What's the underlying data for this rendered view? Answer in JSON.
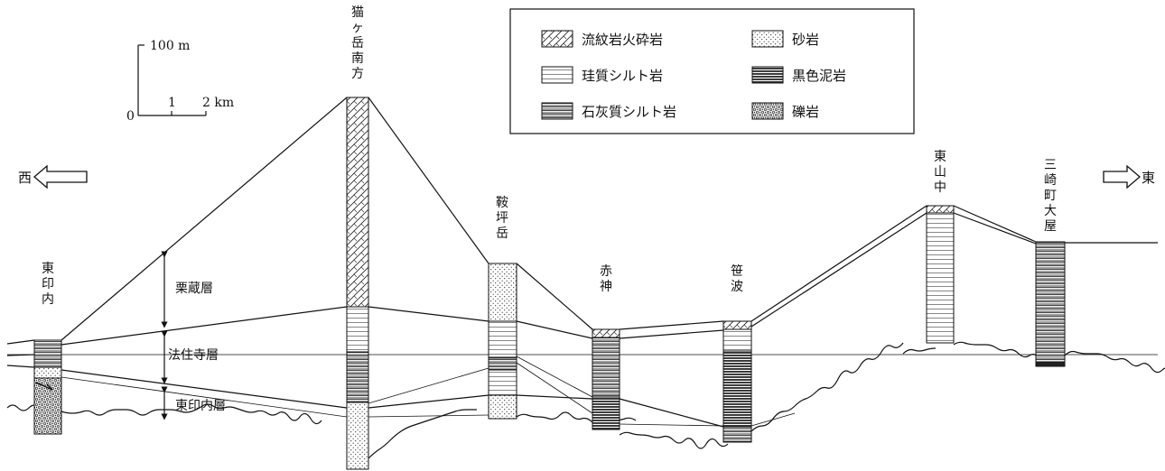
{
  "legend": {
    "items": [
      {
        "key": "rhyolite",
        "label": "流紋岩火砕岩"
      },
      {
        "key": "sandstone",
        "label": "砂岩"
      },
      {
        "key": "siliceous",
        "label": "珪質シルト岩"
      },
      {
        "key": "mudstone",
        "label": "黒色泥岩"
      },
      {
        "key": "calc",
        "label": "石灰質シルト岩"
      },
      {
        "key": "conglom",
        "label": "礫岩"
      }
    ]
  },
  "scale": {
    "vertical": "100 m",
    "zero": "0",
    "one": "1",
    "two": "2 km"
  },
  "directions": {
    "west": "西",
    "east": "東"
  },
  "formations": [
    {
      "key": "kurikura",
      "label": "栗蔵層"
    },
    {
      "key": "hojuji",
      "label": "法住寺層"
    },
    {
      "key": "higashi",
      "label": "東印内層"
    }
  ],
  "sites": [
    {
      "key": "s1",
      "label": "東印内"
    },
    {
      "key": "s2",
      "label": "猫ヶ岳南方"
    },
    {
      "key": "s3",
      "label": "鞍坪岳"
    },
    {
      "key": "s4",
      "label": "赤神"
    },
    {
      "key": "s5",
      "label": "笹波"
    },
    {
      "key": "s6",
      "label": "東山中"
    },
    {
      "key": "s7",
      "label": "三崎町大屋"
    }
  ],
  "colors": {
    "ink": "#111111",
    "paper": "#ffffff"
  }
}
